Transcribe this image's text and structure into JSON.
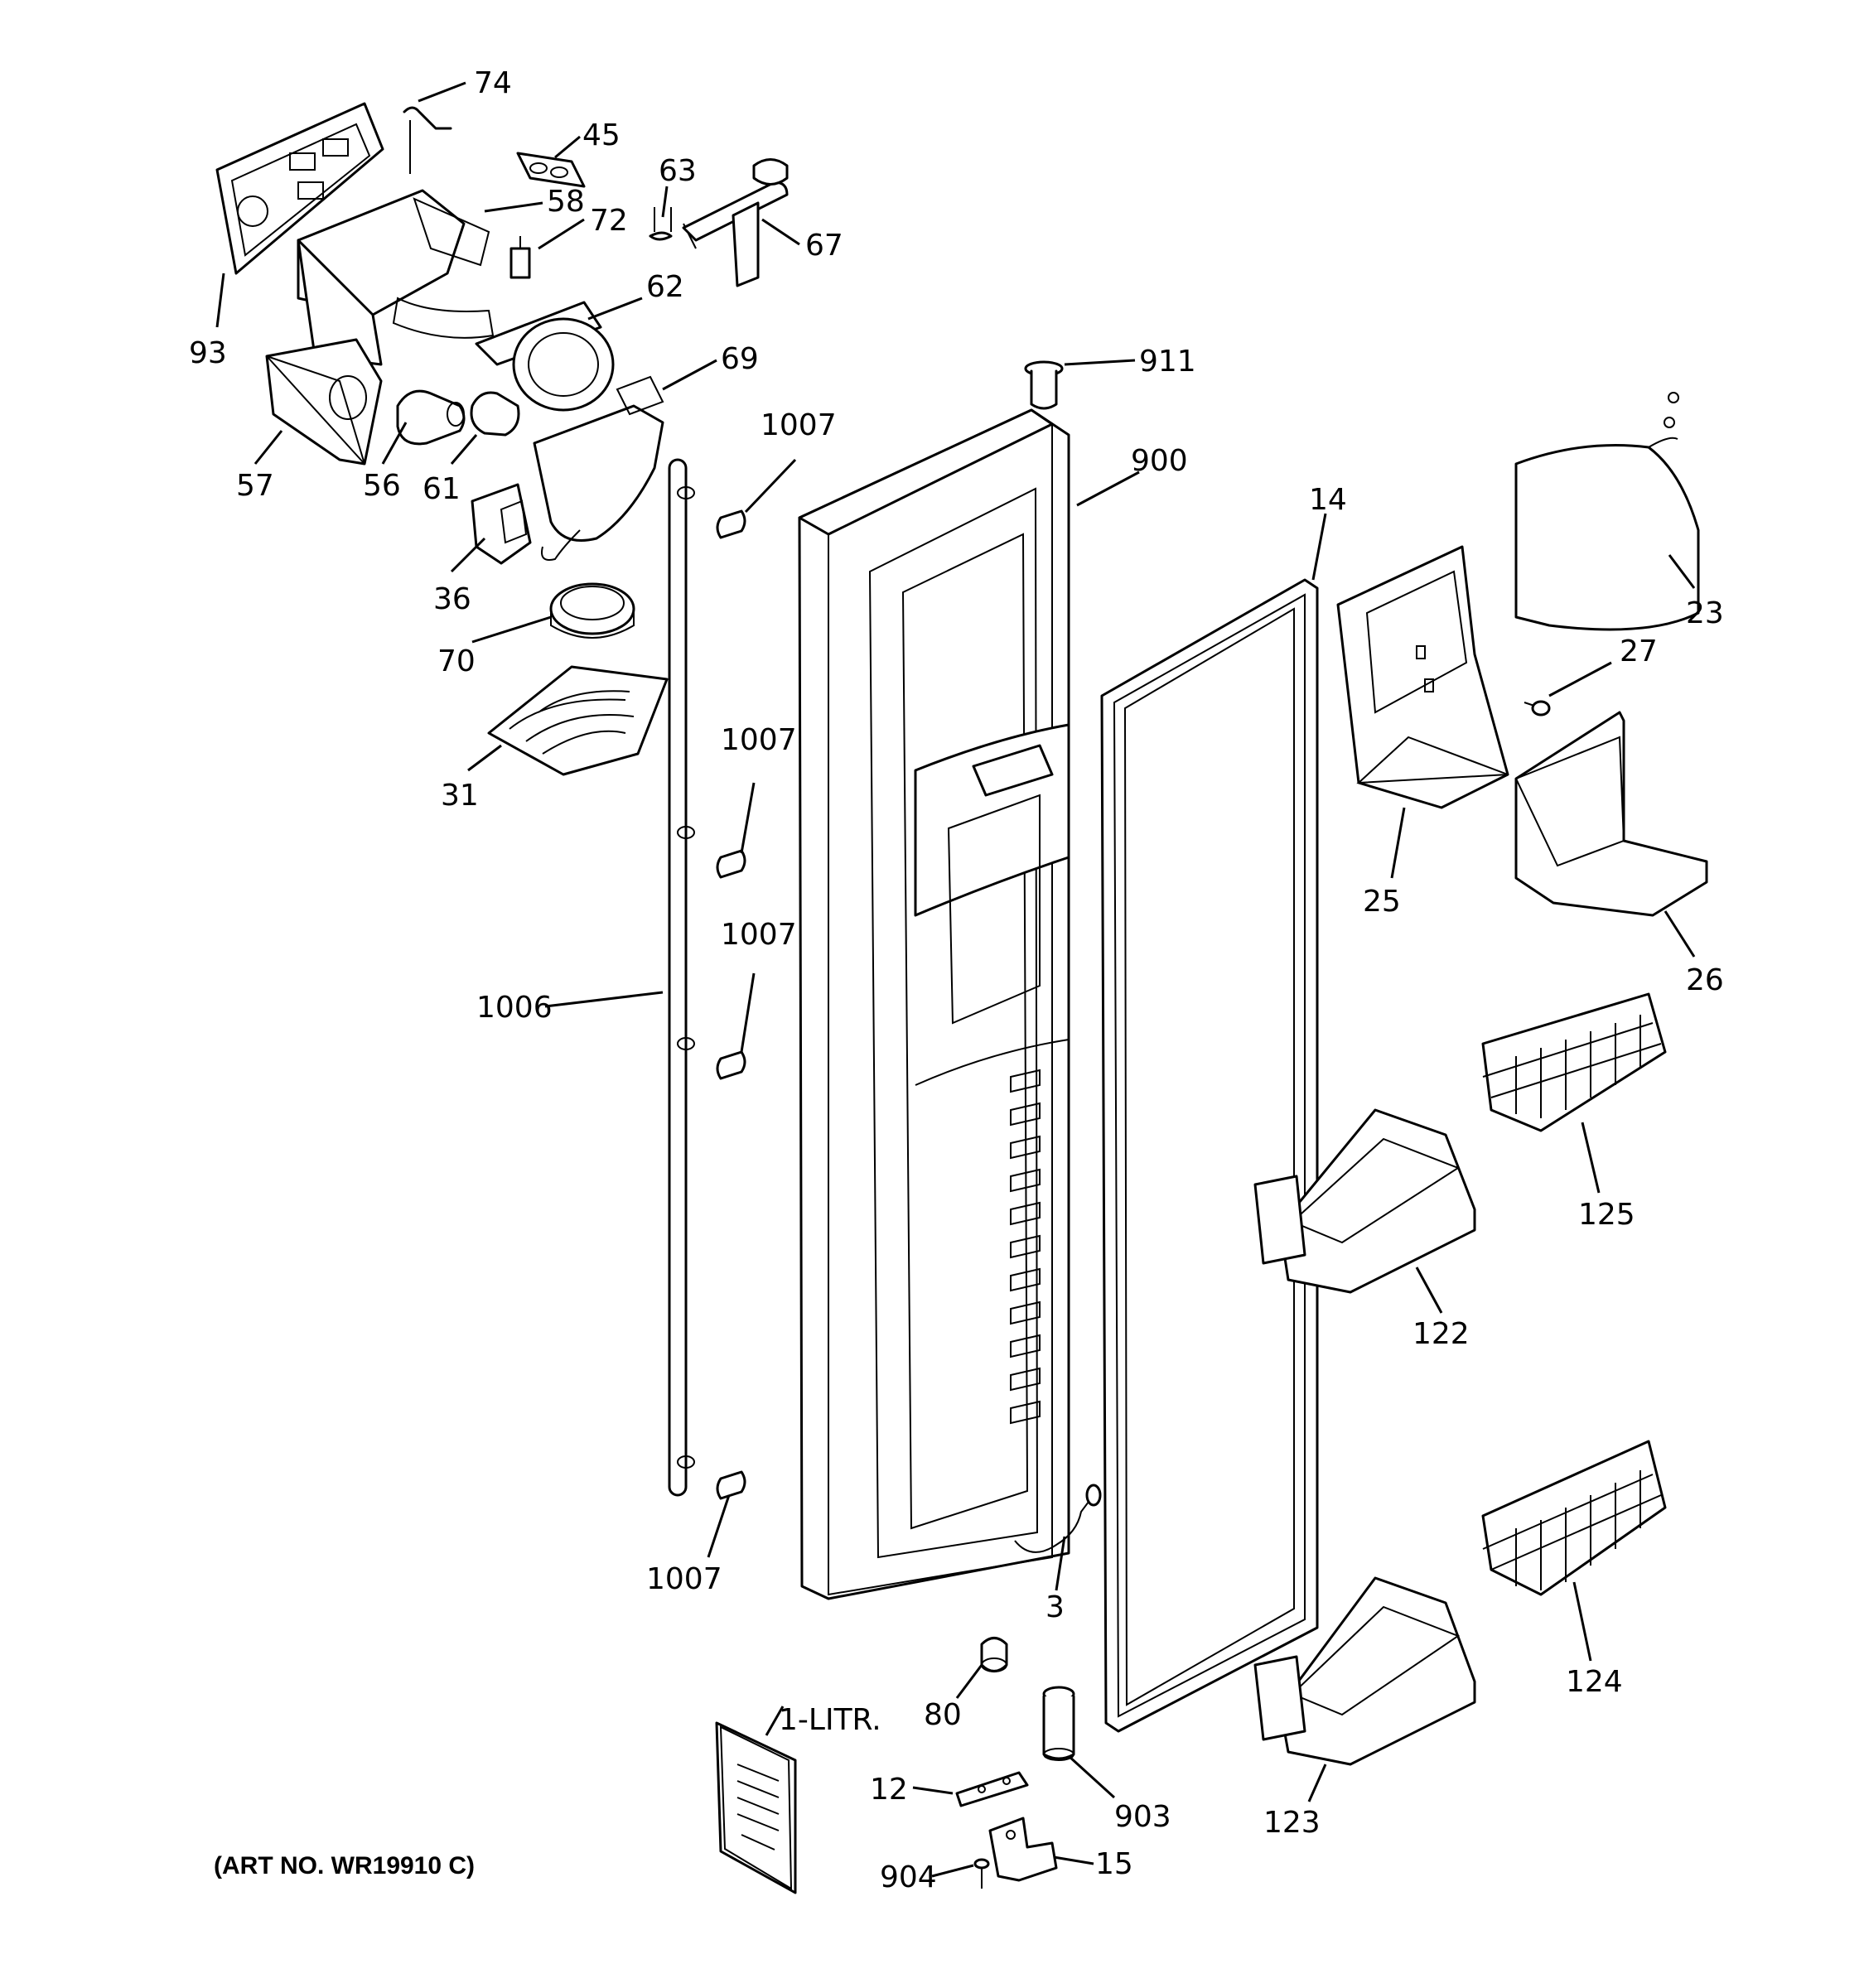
{
  "callouts": {
    "c74": "74",
    "c45": "45",
    "c58": "58",
    "c63": "63",
    "c72": "72",
    "c67": "67",
    "c93": "93",
    "c62": "62",
    "c69": "69",
    "c57": "57",
    "c56": "56",
    "c61": "61",
    "c36": "36",
    "c70": "70",
    "c31": "31",
    "c911": "911",
    "c900": "900",
    "c14": "14",
    "c23": "23",
    "c27": "27",
    "c25": "25",
    "c26": "26",
    "c1007a": "1007",
    "c1007b": "1007",
    "c1007c": "1007",
    "c1007d": "1007",
    "c1006": "1006",
    "c125": "125",
    "c122": "122",
    "c124": "124",
    "c123": "123",
    "c3": "3",
    "c80": "80",
    "c1litr": "1-LITR.",
    "c12": "12",
    "c903": "903",
    "c904": "904",
    "c15": "15"
  },
  "art_note": "(ART NO. WR19910 C)"
}
